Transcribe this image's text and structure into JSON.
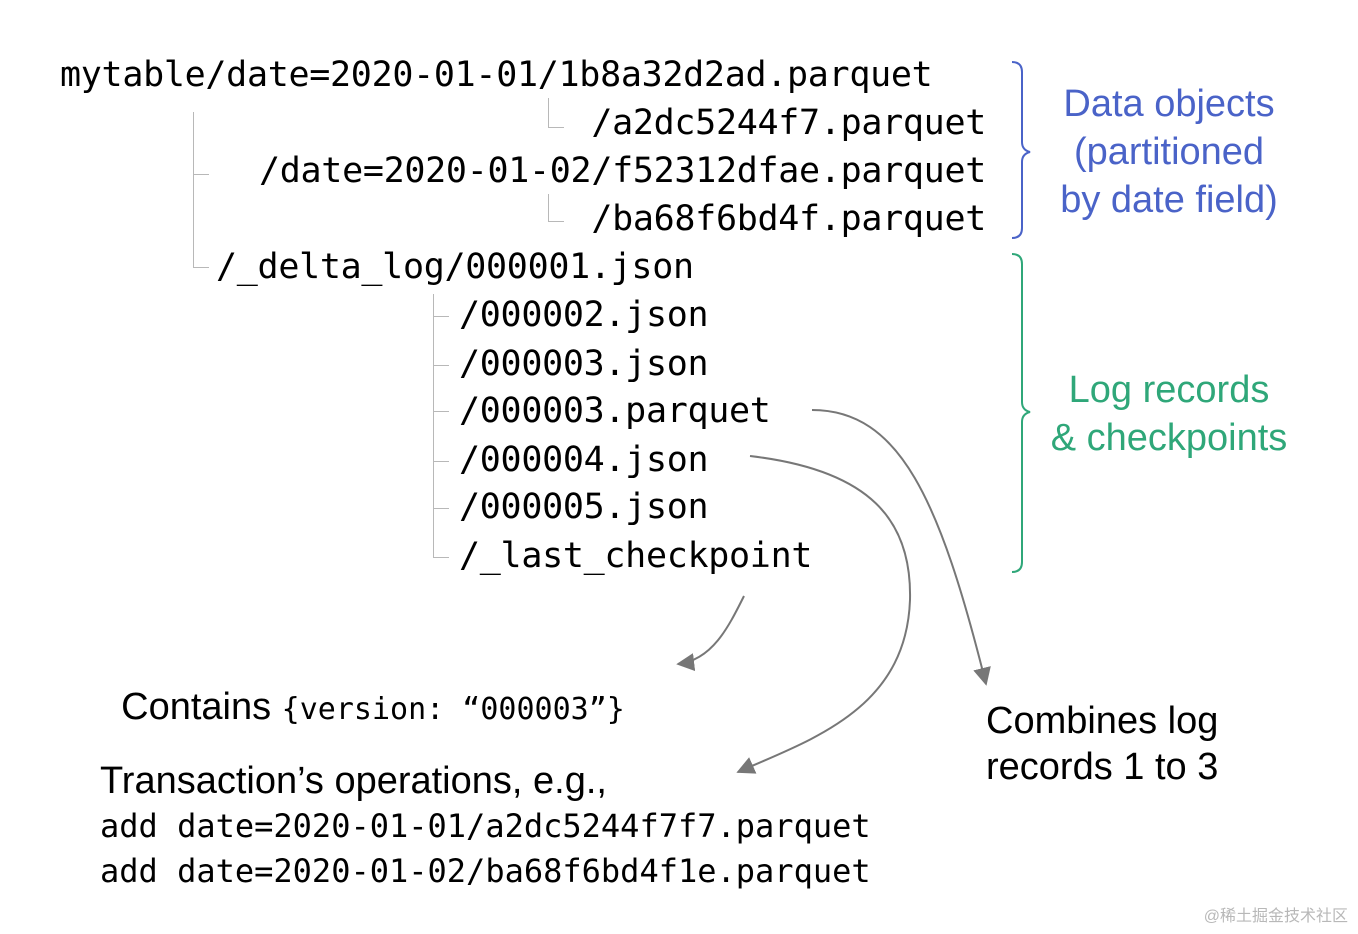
{
  "tree": {
    "root": "mytable/date=2020-01-01/1b8a32d2ad.parquet",
    "file_a2": "/a2dc5244f7.parquet",
    "date2": "/date=2020-01-02/f52312dfae.parquet",
    "file_ba": "/ba68f6bd4f.parquet",
    "delta_log": "/_delta_log/000001.json",
    "log_entries": [
      "/000002.json",
      "/000003.json",
      "/000003.parquet",
      "/000004.json",
      "/000005.json",
      "/_last_checkpoint"
    ]
  },
  "labels": {
    "data_objects": [
      "Data objects",
      "(partitioned",
      "by date field)"
    ],
    "log_records": [
      "Log records",
      "& checkpoints"
    ]
  },
  "notes": {
    "contains_prefix": "Contains ",
    "contains_code": "{version: “000003”}",
    "combines": [
      "Combines log",
      "records 1 to 3"
    ],
    "transaction_title": "Transaction’s operations, e.g.,",
    "transaction_ops": [
      "add date=2020-01-01/a2dc5244f7f7.parquet",
      "add date=2020-01-02/ba68f6bd4f1e.parquet"
    ]
  },
  "colors": {
    "data_objects": "#4a63c8",
    "log_records": "#2fa779",
    "arrow": "#777777",
    "tree_line": "#b8b8b8"
  },
  "watermark": "@稀土掘金技术社区"
}
